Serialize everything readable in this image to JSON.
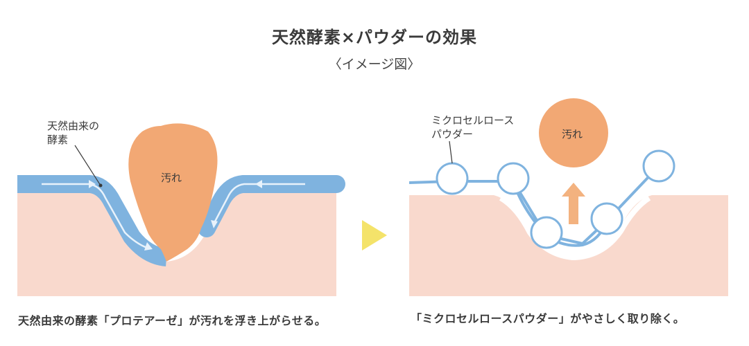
{
  "header": {
    "title": "天然酵素×パウダーの効果",
    "subtitle": "〈イメージ図〉"
  },
  "left_panel": {
    "enzyme_label_line1": "天然由来の",
    "enzyme_label_line2": "酵素",
    "dirt_label": "汚れ",
    "caption": "天然由来の酵素「プロテアーゼ」が汚れを浮き上がらせる。"
  },
  "right_panel": {
    "powder_label_line1": "ミクロセルロース",
    "powder_label_line2": "パウダー",
    "dirt_label": "汚れ",
    "caption": "「ミクロセルロースパウダー」がやさしく取り除く。"
  },
  "colors": {
    "skin": "#f9d9cd",
    "enzyme": "#7fb3df",
    "enzyme_light": "#b5d3ef",
    "dirt": "#f2a874",
    "arrow_yellow": "#f4e36a",
    "arrow_orange": "#f3b27f"
  }
}
